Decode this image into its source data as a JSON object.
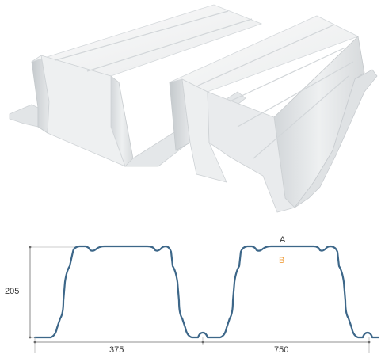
{
  "labels": {
    "height": "205",
    "width_half": "375",
    "width_full": "750",
    "side_a": "A",
    "side_b": "B"
  },
  "colors": {
    "profile_stroke": "#3d6789",
    "dimension_line": "#6b6b6b",
    "sheet_light": "#f4f4f4",
    "sheet_mid": "#e3e5e6",
    "sheet_shadow": "#c9cdd0",
    "label_accent": "#f0a040",
    "label_text": "#333333"
  }
}
